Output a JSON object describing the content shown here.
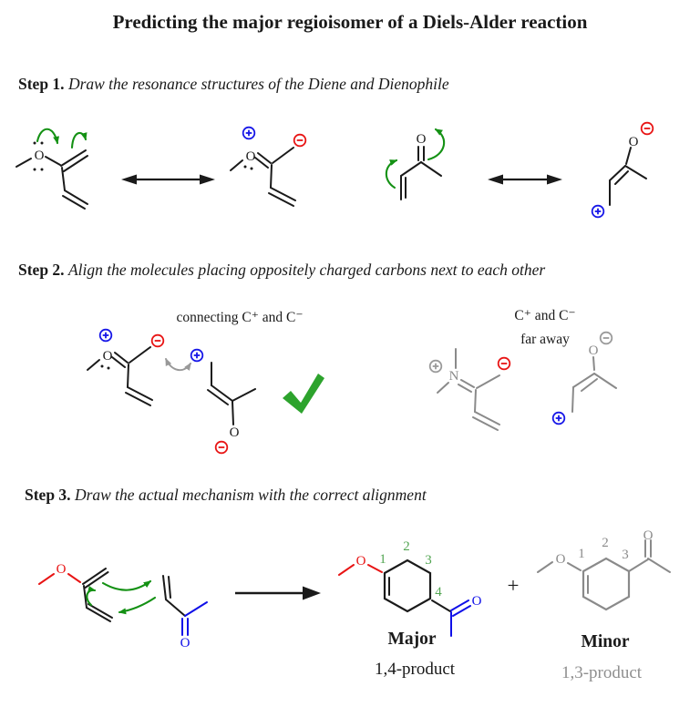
{
  "title": "Predicting the major regioisomer of a Diels-Alder reaction",
  "steps": [
    {
      "label": "Step 1.",
      "text": "Draw the resonance structures of the Diene and Dienophile"
    },
    {
      "label": "Step 2.",
      "text": "Align the molecules placing oppositely charged carbons next to each other"
    },
    {
      "label": "Step 3.",
      "text": "Draw the actual mechanism with the correct alignment"
    }
  ],
  "annotations": {
    "connecting": "connecting C⁺ and C⁻",
    "far_away_line1": "C⁺ and C⁻",
    "far_away_line2": "far away",
    "plus_sign": "+"
  },
  "atoms": {
    "oxygen": "O",
    "nitrogen": "N"
  },
  "icons": {
    "plus_charge_icon": "⊕",
    "minus_charge_icon": "⊖",
    "checkmark_icon": "✓",
    "resonance_arrow_icon": "↔",
    "reaction_arrow_icon": "→",
    "curved_arrow_icon": "↷"
  },
  "ring_numbers": {
    "major": [
      "1",
      "2",
      "3",
      "4"
    ],
    "minor": [
      "1",
      "2",
      "3"
    ]
  },
  "products": {
    "major": {
      "name": "Major",
      "sub": "1,4-product"
    },
    "minor": {
      "name": "Minor",
      "sub": "1,3-product"
    }
  },
  "colors": {
    "black": "#1a1a1a",
    "green_arrow": "#149114",
    "green_check": "#2da32d",
    "green_number": "#52a552",
    "blue": "#1616e8",
    "red": "#e81414",
    "gray_structure": "#8a8a8a",
    "gray_label": "#8f8f8f"
  }
}
